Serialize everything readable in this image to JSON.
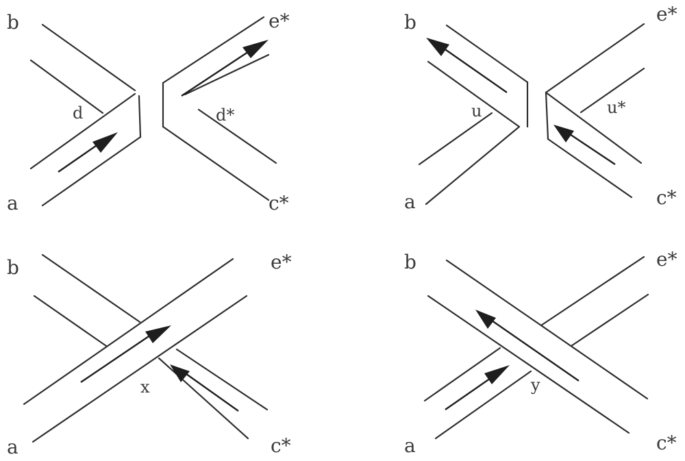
{
  "panels": [
    {
      "corner_labels": {
        "top_left": "b",
        "top_right": "e*",
        "bottom_left": "a",
        "bottom_right": "c*"
      },
      "middle_labels": [
        "d",
        "d*"
      ]
    },
    {
      "corner_labels": {
        "top_left": "b",
        "top_right": "e*",
        "bottom_left": "a",
        "bottom_right": "c*"
      },
      "middle_labels": [
        "u",
        "u*"
      ]
    },
    {
      "corner_labels": {
        "top_left": "b",
        "top_right": "e*",
        "bottom_left": "a",
        "bottom_right": "c*"
      },
      "middle_labels": [
        "x"
      ]
    },
    {
      "corner_labels": {
        "top_left": "b",
        "top_right": "e*",
        "bottom_left": "a",
        "bottom_right": "c*"
      },
      "middle_labels": [
        "y"
      ]
    }
  ],
  "colors": {
    "line": "#2e2e2e",
    "text": "#3a3a3a",
    "background": "#ffffff"
  }
}
